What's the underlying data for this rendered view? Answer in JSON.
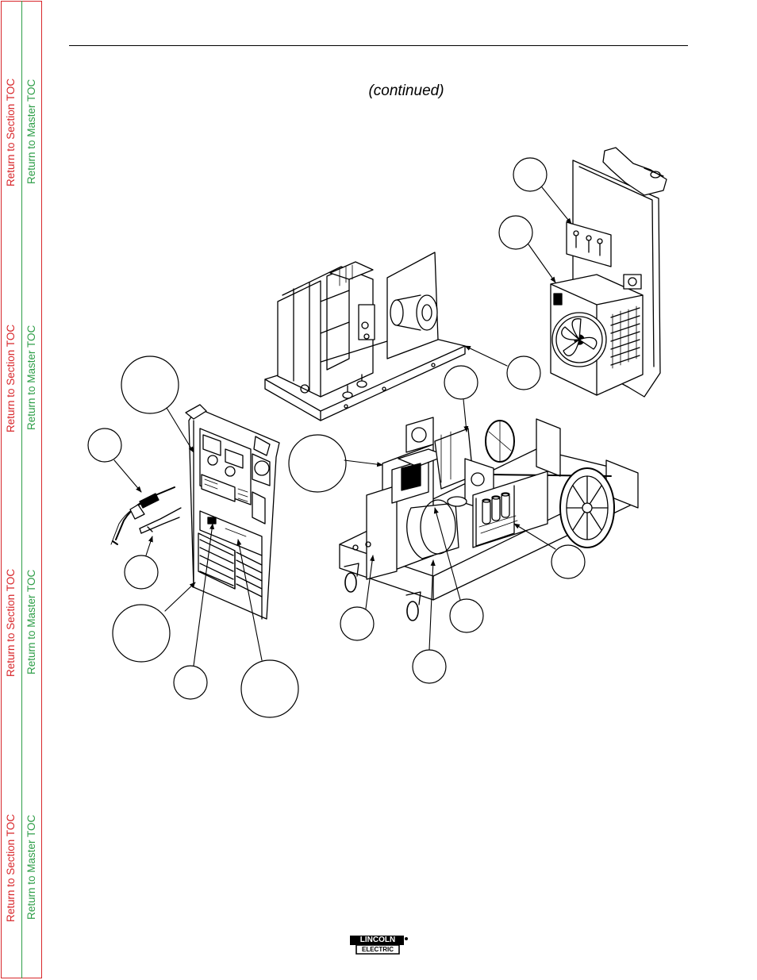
{
  "nav": {
    "section_toc_label": "Return to Section TOC",
    "master_toc_label": "Return to Master TOC"
  },
  "header": {
    "continued_label": "(continued)"
  },
  "logo": {
    "line1": "LINCOLN",
    "line2": "ELECTRIC"
  },
  "colors": {
    "section_link": "#d8262a",
    "master_link": "#2e9e48"
  }
}
